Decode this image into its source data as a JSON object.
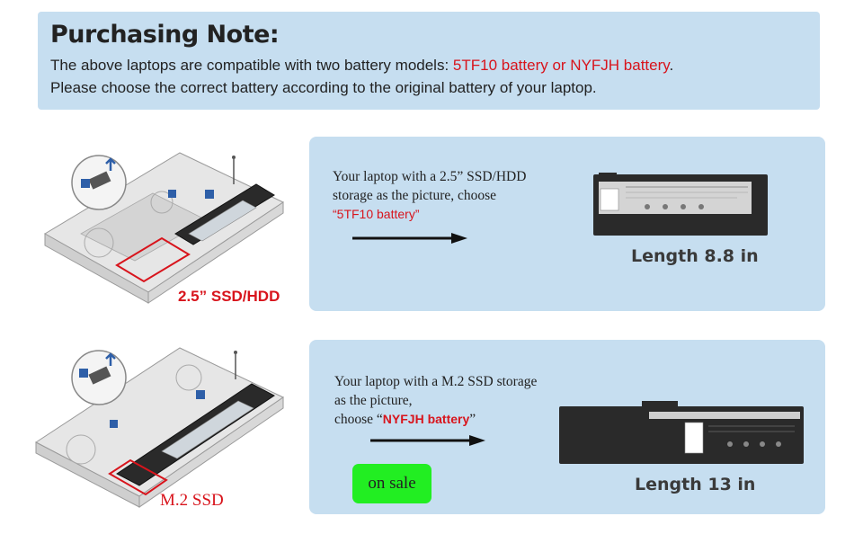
{
  "note": {
    "title": "Purchasing Note:",
    "line1_prefix": "The above laptops are compatible with two battery models: ",
    "line1_highlight": "5TF10 battery or NYFJH battery",
    "line1_suffix": ".",
    "line2": "Please choose the correct battery according to the original battery of your laptop."
  },
  "option1": {
    "text_line1": "Your laptop with a 2.5” SSD/HDD",
    "text_line2": "storage as the picture, choose",
    "text_quote_open": "“",
    "text_model": "5TF10 battery",
    "text_quote_close": "”",
    "diagram_label": "2.5” SSD/HDD",
    "battery_length": "Length 8.8 in"
  },
  "option2": {
    "text_line1": "Your laptop with a M.2 SSD storage",
    "text_line2": "as the picture,",
    "text_line3_prefix": "choose “",
    "text_model": "NYFJH battery",
    "text_quote_close": "”",
    "diagram_label": "M.2 SSD",
    "battery_length": "Length 13 in",
    "sale_label": "on sale"
  },
  "colors": {
    "panel_bg": "#c6def0",
    "highlight_red": "#d8141c",
    "sale_green": "#22ee22"
  }
}
